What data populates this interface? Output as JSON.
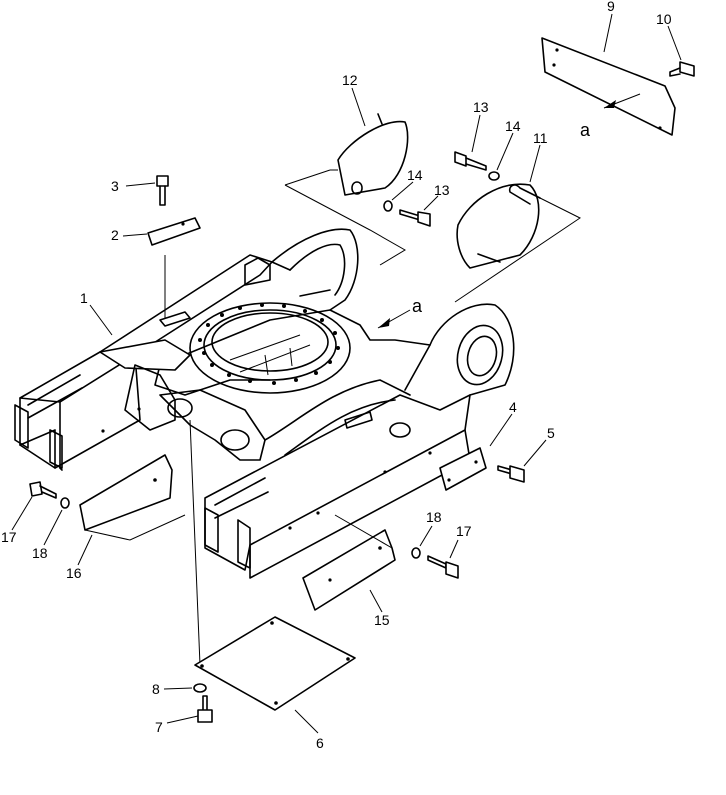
{
  "diagram": {
    "view_marker": "a",
    "callouts": [
      {
        "id": "c1",
        "label": "1"
      },
      {
        "id": "c2",
        "label": "2"
      },
      {
        "id": "c3",
        "label": "3"
      },
      {
        "id": "c4",
        "label": "4"
      },
      {
        "id": "c5",
        "label": "5"
      },
      {
        "id": "c6",
        "label": "6"
      },
      {
        "id": "c7",
        "label": "7"
      },
      {
        "id": "c8",
        "label": "8"
      },
      {
        "id": "c9",
        "label": "9"
      },
      {
        "id": "c10",
        "label": "10"
      },
      {
        "id": "c11",
        "label": "11"
      },
      {
        "id": "c12",
        "label": "12"
      },
      {
        "id": "c13a",
        "label": "13"
      },
      {
        "id": "c13b",
        "label": "13"
      },
      {
        "id": "c14a",
        "label": "14"
      },
      {
        "id": "c14b",
        "label": "14"
      },
      {
        "id": "c15",
        "label": "15"
      },
      {
        "id": "c16",
        "label": "16"
      },
      {
        "id": "c17a",
        "label": "17"
      },
      {
        "id": "c17b",
        "label": "17"
      },
      {
        "id": "c18a",
        "label": "18"
      },
      {
        "id": "c18b",
        "label": "18"
      }
    ]
  }
}
